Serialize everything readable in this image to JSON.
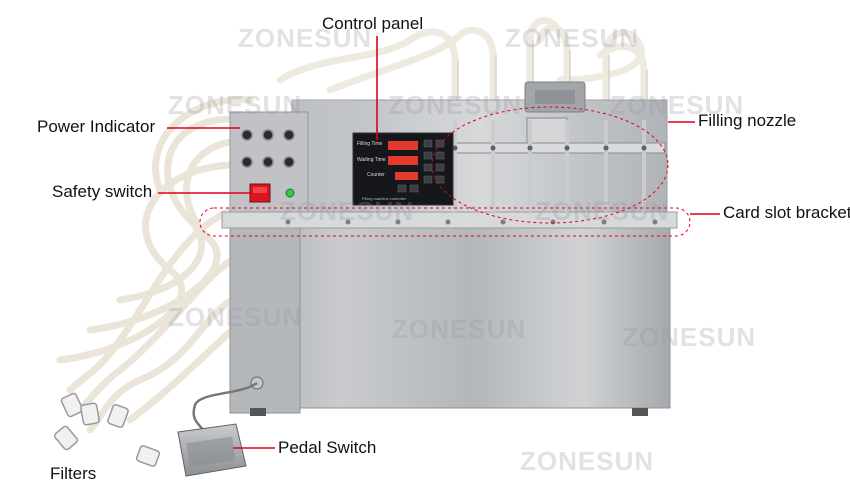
{
  "watermark": "ZONESUN",
  "labels": {
    "control_panel": "Control panel",
    "power_indicator": "Power Indicator",
    "filling_nozzle": "Filling nozzle",
    "safety_switch": "Safety switch",
    "card_slot_bracket": "Card slot bracket",
    "pedal_switch": "Pedal Switch",
    "filters": "Filters"
  },
  "panel_text": {
    "filling_time": "Filling Time",
    "waiting_time": "Waiting Time",
    "counter": "Counter",
    "caption": "Filling machine controller"
  },
  "colors": {
    "callout_line": "#e0001a",
    "steel": "#b9bcc0",
    "tube": "#eee9dc"
  }
}
